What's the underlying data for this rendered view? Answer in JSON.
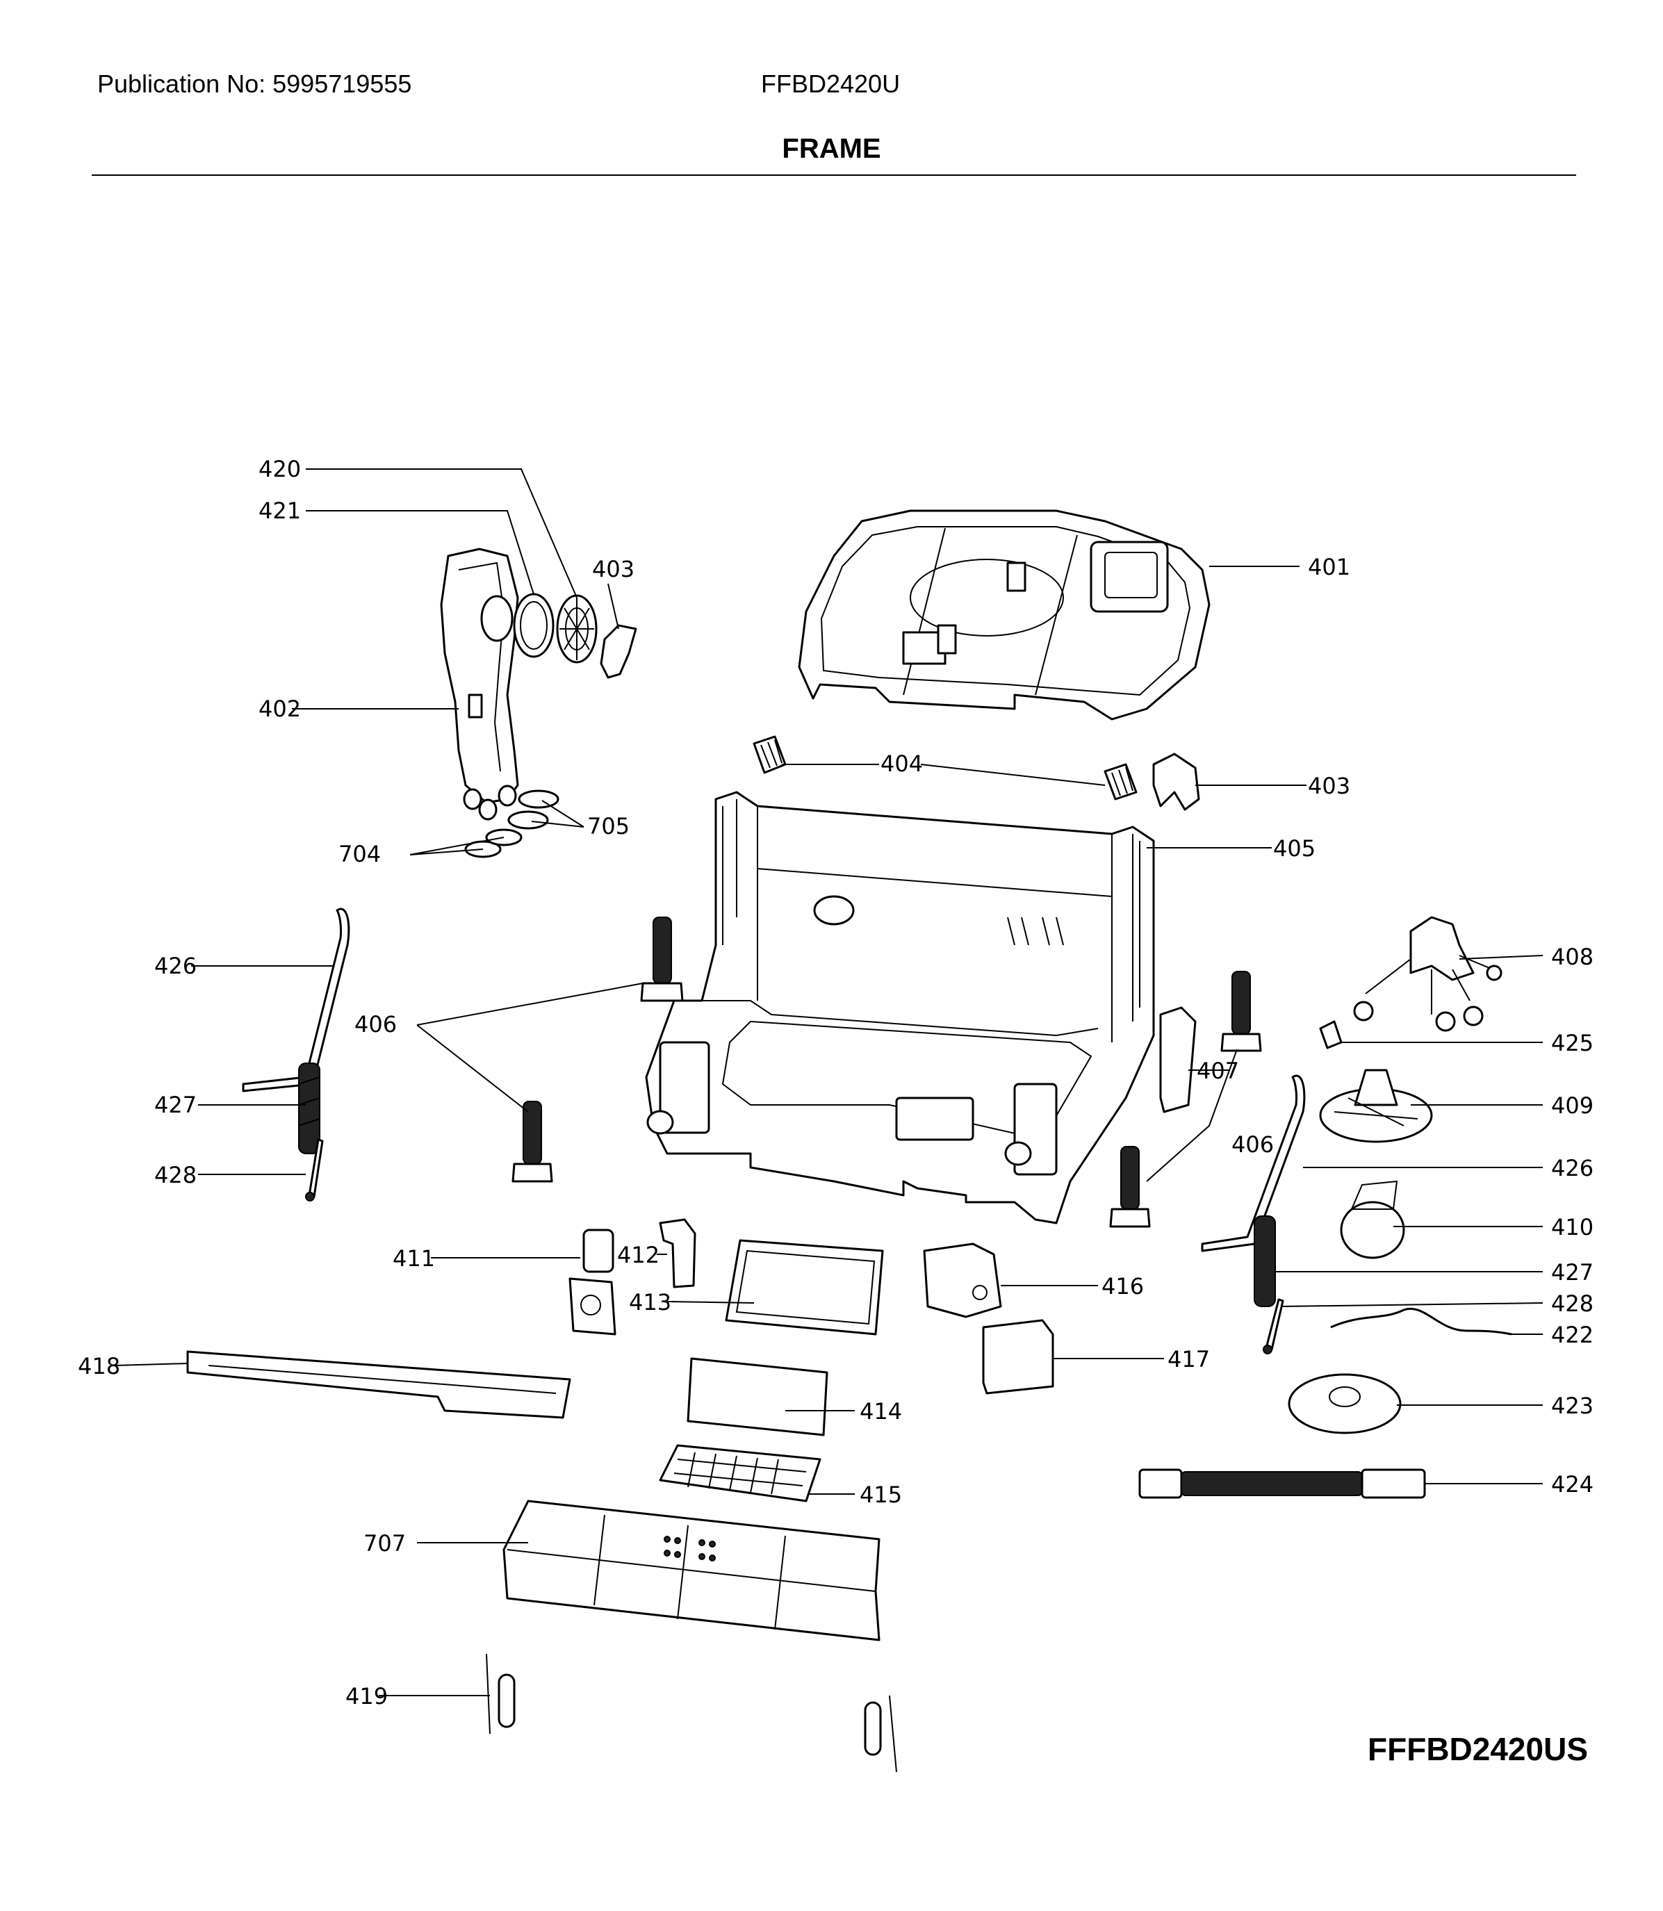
{
  "header": {
    "publication": "Publication No: 5995719555",
    "model": "FFBD2420U",
    "section_title": "FRAME"
  },
  "footer": {
    "model_code": "FFFBD2420US"
  },
  "callouts": {
    "c401": "401",
    "c402": "402",
    "c403a": "403",
    "c403b": "403",
    "c404": "404",
    "c405": "405",
    "c406a": "406",
    "c406b": "406",
    "c407": "407",
    "c408": "408",
    "c409": "409",
    "c410": "410",
    "c411": "411",
    "c412": "412",
    "c413": "413",
    "c414": "414",
    "c415": "415",
    "c416": "416",
    "c417": "417",
    "c418": "418",
    "c419": "419",
    "c420": "420",
    "c421": "421",
    "c422": "422",
    "c423": "423",
    "c424": "424",
    "c425": "425",
    "c426a": "426",
    "c426b": "426",
    "c427a": "427",
    "c427b": "427",
    "c428a": "428",
    "c428b": "428",
    "c704": "704",
    "c705": "705",
    "c707": "707"
  }
}
